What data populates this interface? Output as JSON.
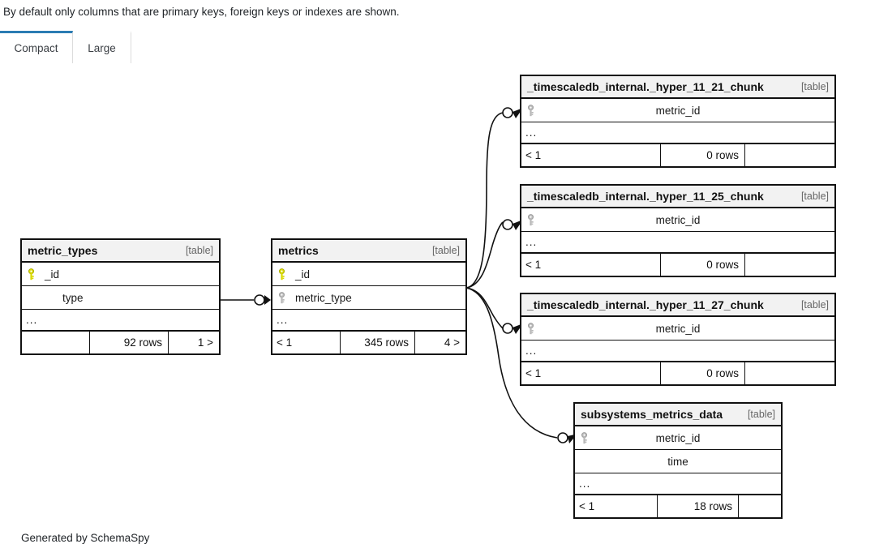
{
  "header": {
    "note": "By default only columns that are primary keys, foreign keys or indexes are shown."
  },
  "tabs": [
    {
      "label": "Compact",
      "active": true
    },
    {
      "label": "Large",
      "active": false
    }
  ],
  "footer": {
    "generated_by": "Generated by SchemaSpy"
  },
  "legend": {
    "primary_key_color": "#d9d900",
    "foreign_key_color": "#b3b3b3",
    "accent_color": "#2b7cb3",
    "header_bg": "#f2f2f2",
    "border_color": "#111111"
  },
  "diagram": {
    "type": "er-diagram",
    "entities": [
      {
        "id": "metric_types",
        "name": "metric_types",
        "kind": "[table]",
        "columns": [
          {
            "name": "_id",
            "key": "primary"
          },
          {
            "name": "type",
            "key": "none"
          }
        ],
        "more_columns": "...",
        "footer": {
          "left": "",
          "middle": "92 rows",
          "right": "1 >"
        }
      },
      {
        "id": "metrics",
        "name": "metrics",
        "kind": "[table]",
        "columns": [
          {
            "name": "_id",
            "key": "primary"
          },
          {
            "name": "metric_type",
            "key": "foreign"
          }
        ],
        "more_columns": "...",
        "footer": {
          "left": "< 1",
          "middle": "345 rows",
          "right": "4 >"
        }
      },
      {
        "id": "hyper_11_21_chunk",
        "name": "_timescaledb_internal._hyper_11_21_chunk",
        "kind": "[table]",
        "columns": [
          {
            "name": "metric_id",
            "key": "foreign"
          }
        ],
        "more_columns": "...",
        "footer": {
          "left": "< 1",
          "middle": "0 rows",
          "right": ""
        }
      },
      {
        "id": "hyper_11_25_chunk",
        "name": "_timescaledb_internal._hyper_11_25_chunk",
        "kind": "[table]",
        "columns": [
          {
            "name": "metric_id",
            "key": "foreign"
          }
        ],
        "more_columns": "...",
        "footer": {
          "left": "< 1",
          "middle": "0 rows",
          "right": ""
        }
      },
      {
        "id": "hyper_11_27_chunk",
        "name": "_timescaledb_internal._hyper_11_27_chunk",
        "kind": "[table]",
        "columns": [
          {
            "name": "metric_id",
            "key": "foreign"
          }
        ],
        "more_columns": "...",
        "footer": {
          "left": "< 1",
          "middle": "0 rows",
          "right": ""
        }
      },
      {
        "id": "subsystems_metrics_data",
        "name": "subsystems_metrics_data",
        "kind": "[table]",
        "columns": [
          {
            "name": "metric_id",
            "key": "foreign"
          },
          {
            "name": "time",
            "key": "none"
          }
        ],
        "more_columns": "...",
        "footer": {
          "left": "< 1",
          "middle": "18 rows",
          "right": ""
        }
      }
    ],
    "relationships": [
      {
        "from": "metric_types",
        "to": "metrics",
        "cardinality": "zero-or-one-to-many"
      },
      {
        "from": "metrics",
        "to": "hyper_11_21_chunk",
        "cardinality": "zero-or-one-to-many"
      },
      {
        "from": "metrics",
        "to": "hyper_11_25_chunk",
        "cardinality": "zero-or-one-to-many"
      },
      {
        "from": "metrics",
        "to": "hyper_11_27_chunk",
        "cardinality": "zero-or-one-to-many"
      },
      {
        "from": "metrics",
        "to": "subsystems_metrics_data",
        "cardinality": "zero-or-one-to-many"
      }
    ]
  }
}
